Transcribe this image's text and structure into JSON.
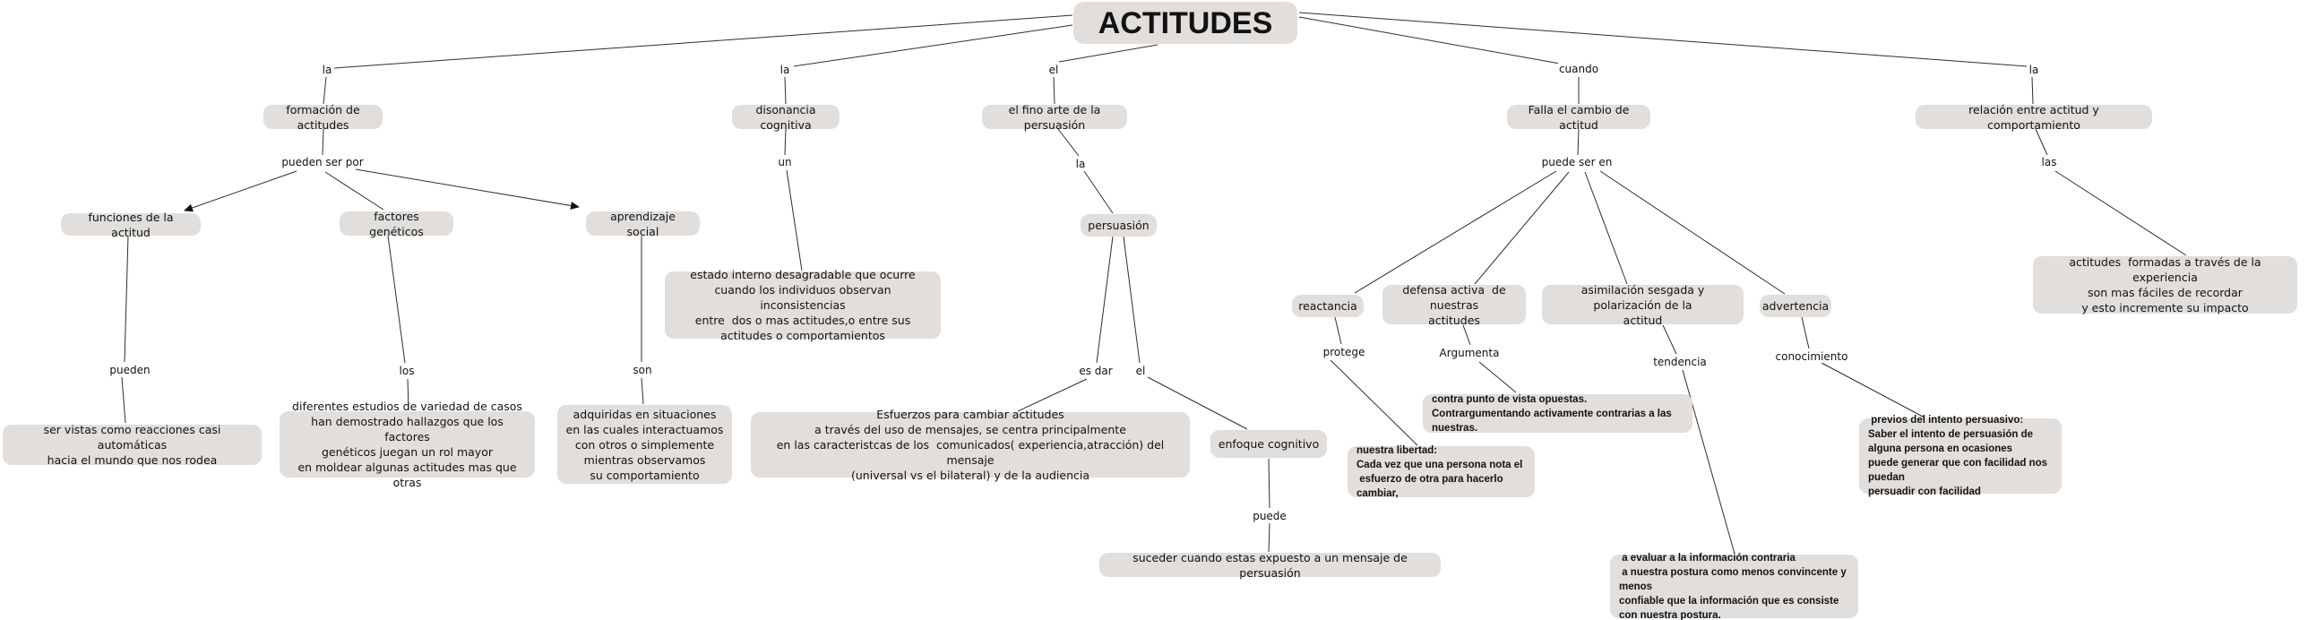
{
  "map": {
    "title": "ACTITUDES",
    "nodes": {
      "formacion": "formación de actitudes",
      "disonancia": "disonancia cognitiva",
      "finoarte": "el fino arte de la persuasión",
      "falla": "Falla el cambio de actitud",
      "relacion": "relación entre actitud y comportamiento",
      "funciones": "funciones de la actitud",
      "factores": "factores genéticos",
      "aprendizaje": "aprendizaje social",
      "persuasion": "persuasión",
      "reactancia": "reactancia",
      "defensa": "defensa activa  de nuestras\nactitudes",
      "asimilacion": "asimilación sesgada y polarización de la\nactitud",
      "advertencia": "advertencia",
      "estado": "estado interno desagradable que ocurre\ncuando los individuos observan inconsistencias\nentre  dos o mas actitudes,o entre sus\nactitudes o comportamientos",
      "servistas": "ser vistas como reacciones casi  automáticas\nhacia el mundo que nos rodea",
      "diferentes": "diferentes estudios de variedad de casos\nhan demostrado hallazgos que los factores\ngenéticos juegan un rol mayor\nen moldear algunas actitudes mas que otras",
      "adquiridas": "adquiridas en situaciones\nen las cuales interactuamos\ncon otros o simplemente\nmientras observamos\nsu comportamiento",
      "esfuerzos": "Esfuerzos para cambiar actitudes\na través del uso de mensajes, se centra principalmente\nen las caracteristcas de los  comunicados( experiencia,atracción) del mensaje\n(universal vs el bilateral) y de la audiencia",
      "enfoque": "enfoque cognitivo",
      "suceder": "suceder cuando estas expuesto a un mensaje de persuasión",
      "contra": "contra punto de vista opuestas.\nContrargumentando activamente contrarias a las nuestras.",
      "nuestra": "nuestra libertad:\nCada vez que una persona nota el\n esfuerzo de otra para hacerlo cambiar,",
      "previos": " previos del intento persuasivo:\nSaber el intento de persuasión de\nalguna persona en ocasiones\npuede generar que con facilidad nos puedan\npersuadir con facilidad",
      "aevaluar": " a evaluar a la información contraria\n a nuestra postura como menos convincente y menos\nconfiable que la información que es consiste\ncon nuestra postura.",
      "actitudesexp": "actitudes  formadas a través de la experiencia\nson mas fáciles de recordar\ny esto incremente su impacto"
    },
    "labels": {
      "la_formacion": "la",
      "la_disonancia": "la",
      "el_finoarte": "el",
      "cuando_falla": "cuando",
      "la_relacion": "la",
      "pueden_ser_por": "pueden ser por",
      "un": "un",
      "la_persuasion": "la",
      "puede_ser_en": "puede ser en",
      "las": "las",
      "pueden": "pueden",
      "los": "los",
      "son": "son",
      "es_dar": "es dar",
      "el_enfoque": "el",
      "protege": "protege",
      "argumenta": "Argumenta",
      "tendencia": "tendencia",
      "conocimiento": "conocimiento",
      "puede": "puede"
    },
    "colors": {
      "node_bg": "#e1dedb",
      "line": "#2e2e2e",
      "text": "#121212"
    }
  }
}
